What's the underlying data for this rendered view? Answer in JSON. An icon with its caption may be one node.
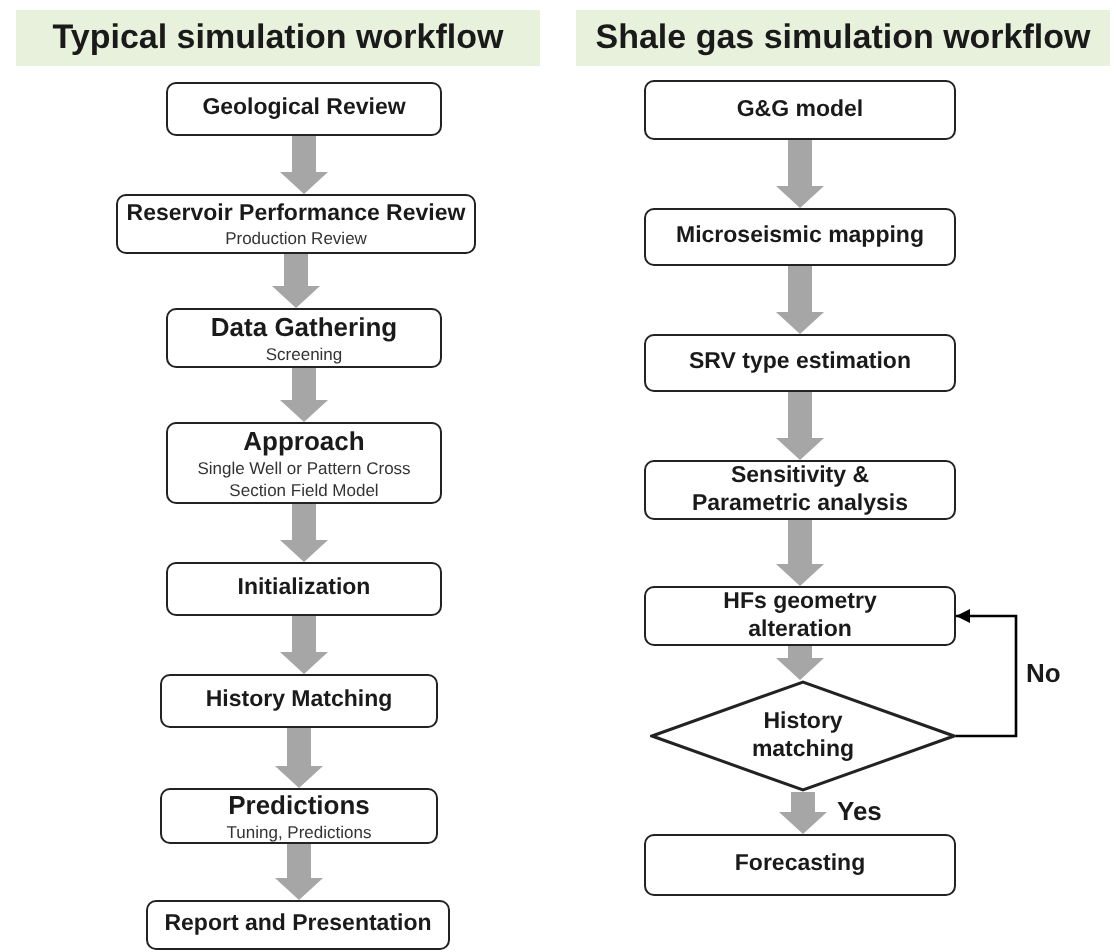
{
  "diagram": {
    "nodes": [
      {
        "text": [
          "Geological Review"
        ]
      },
      {
        "text": [
          "Reservoir Performance Review",
          "Production Review"
        ]
      },
      {
        "text": [
          "Data Gathering",
          "Screening"
        ]
      },
      {
        "text": [
          "Approach",
          "Single Well or Pattern Cross Section Field Model"
        ]
      },
      {
        "text": [
          "Initialization"
        ]
      },
      {
        "text": [
          "History Matching"
        ]
      },
      {
        "text": [
          "Predictions",
          "Tuning, Predictions"
        ]
      },
      {
        "text": [
          "Report and Presentation"
        ]
      },
      {
        "text": [
          "G&G model"
        ]
      },
      {
        "text": [
          "Microseismic mapping"
        ]
      },
      {
        "text": [
          "SRV type estimation"
        ]
      },
      {
        "text": [
          "Sensitivity & Parametric analysis"
        ]
      },
      {
        "text": [
          "HFs geometry alteration"
        ]
      },
      {
        "text": [
          "History matching"
        ]
      },
      {
        "text": [
          "Forecasting"
        ]
      }
    ],
    "edges": [
      {
        "from": 0,
        "to": 1,
        "arrow": "to",
        "style": "thick"
      },
      {
        "from": 1,
        "to": 2,
        "arrow": "to",
        "style": "thick"
      },
      {
        "from": 2,
        "to": 3,
        "arrow": "to",
        "style": "thick"
      },
      {
        "from": 3,
        "to": 4,
        "arrow": "to",
        "style": "thick"
      },
      {
        "from": 4,
        "to": 5,
        "arrow": "to",
        "style": "thick"
      },
      {
        "from": 5,
        "to": 6,
        "arrow": "to",
        "style": "thick"
      },
      {
        "from": 6,
        "to": 7,
        "arrow": "to",
        "style": "thick"
      },
      {
        "from": 8,
        "to": 9,
        "arrow": "to",
        "style": "thick"
      },
      {
        "from": 9,
        "to": 10,
        "arrow": "to",
        "style": "thick"
      },
      {
        "from": 10,
        "to": 11,
        "arrow": "to",
        "style": "thick"
      },
      {
        "from": 11,
        "to": 12,
        "arrow": "to",
        "style": "thick"
      },
      {
        "from": 12,
        "to": 13,
        "arrow": "to",
        "style": "thick"
      },
      {
        "from": 13,
        "to": 14,
        "arrow": "to",
        "style": "thick",
        "label": "Yes"
      },
      {
        "from": 13,
        "to": 12,
        "arrow": "to",
        "label": "No",
        "color": "#000000"
      }
    ],
    "labels": [
      "Typical simulation workflow",
      "Shale gas simulation workflow"
    ]
  }
}
